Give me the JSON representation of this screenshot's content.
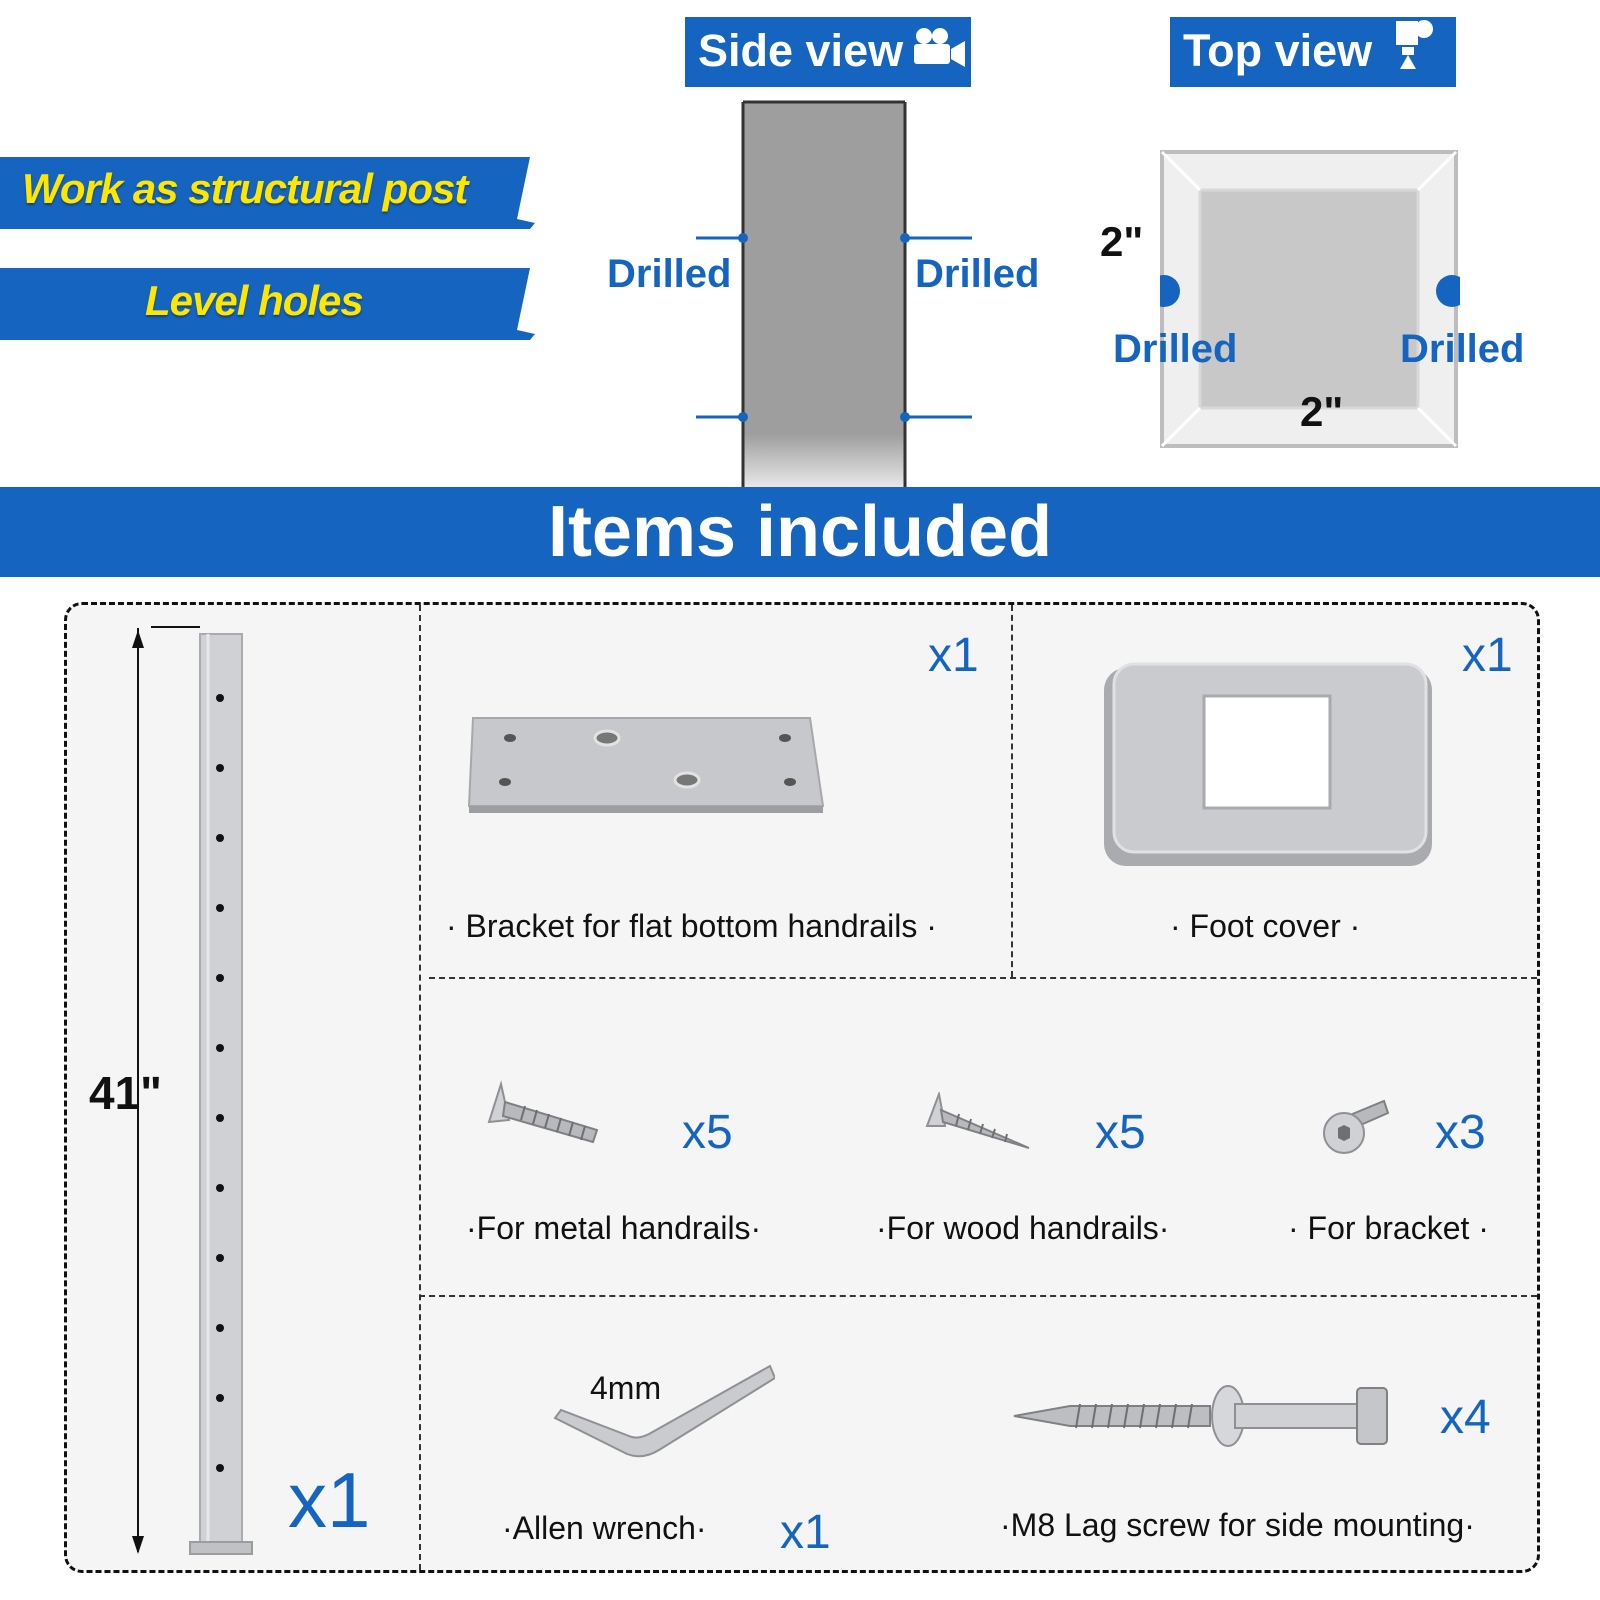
{
  "features": {
    "structural_post": "Work as structural post",
    "level_holes": "Level holes"
  },
  "side_view": {
    "title": "Side view",
    "icon": "video-camera-icon",
    "left_label": "Drilled",
    "right_label": "Drilled"
  },
  "top_view": {
    "title": "Top view",
    "icon": "overhead-camera-icon",
    "left_label": "Drilled",
    "right_label": "Drilled",
    "width_dim": "2\"",
    "depth_dim": "2\""
  },
  "items_banner": "Items included",
  "post": {
    "height_label": "41\"",
    "qty": "x1"
  },
  "items": {
    "bracket": {
      "qty": "x1",
      "caption": "· Bracket for flat bottom handrails ·"
    },
    "foot_cover": {
      "qty": "x1",
      "caption": "· Foot cover ·"
    },
    "metal_screw": {
      "qty": "x5",
      "caption": "·For metal handrails·"
    },
    "wood_screw": {
      "qty": "x5",
      "caption": "·For wood handrails·"
    },
    "bracket_screw": {
      "qty": "x3",
      "caption": "· For bracket ·"
    },
    "allen_wrench": {
      "qty": "x1",
      "caption": "·Allen wrench·",
      "size": "4mm"
    },
    "lag_screw": {
      "qty": "x4",
      "caption": "·M8 Lag screw for side mounting·"
    }
  },
  "colors": {
    "brand_blue": "#1565c0",
    "highlight_yellow": "#ffe600",
    "steel": "#c4c6c9"
  }
}
